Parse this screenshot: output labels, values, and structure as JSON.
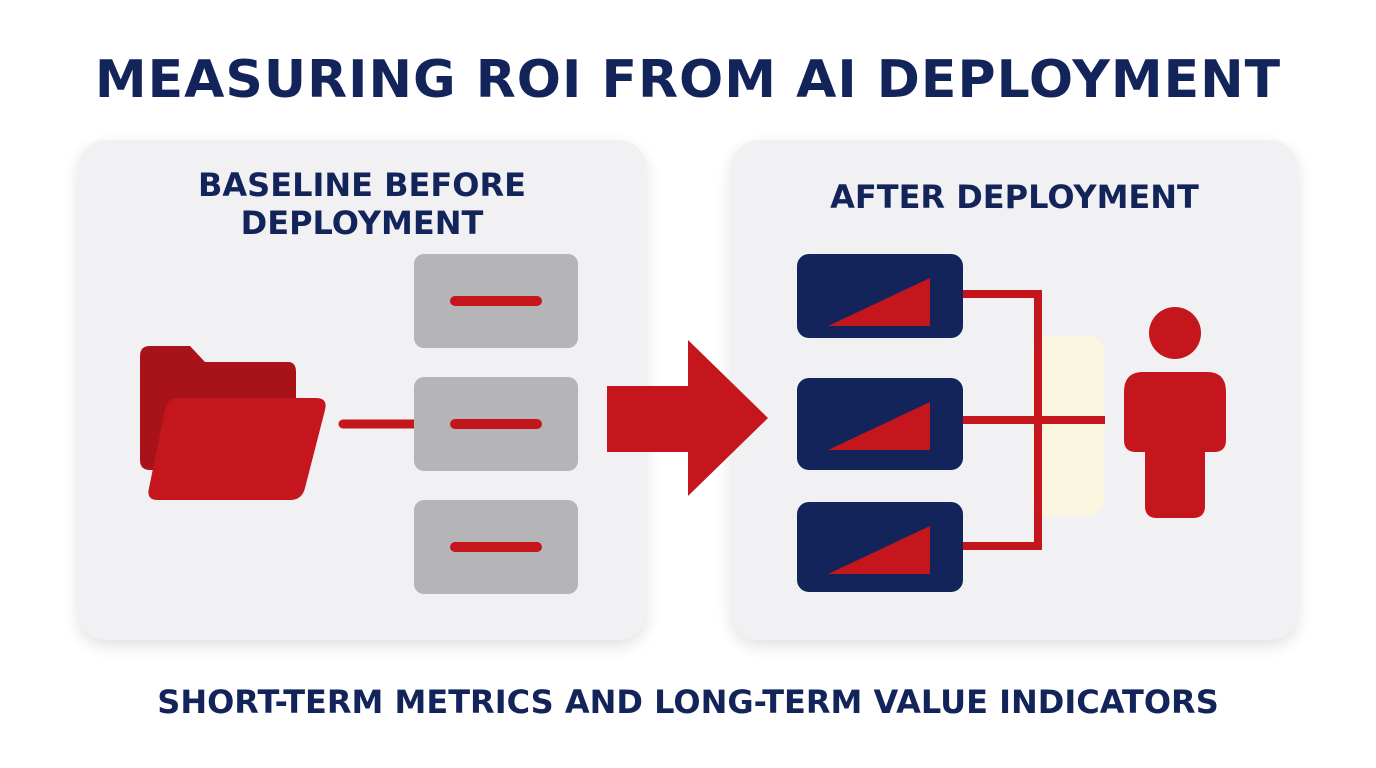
{
  "title": "MEASURING ROI FROM AI DEPLOYMENT",
  "baseline_panel": {
    "heading_line1": "BASELINE BEFORE",
    "heading_line2": "DEPLOYMENT",
    "icons": [
      "folder-icon"
    ]
  },
  "after_panel": {
    "heading": "AFTER DEPLOYMENT",
    "icons": [
      "person-icon"
    ]
  },
  "footer": "SHORT-TERM METRICS AND LONG-TERM VALUE INDICATORS",
  "colors": {
    "navy": "#13245a",
    "red": "#c4161c",
    "dark_red": "#a8131a",
    "gray_box": "#b5b5b7",
    "panel": "#f1f1f3",
    "highlight": "#fbf6e0"
  }
}
